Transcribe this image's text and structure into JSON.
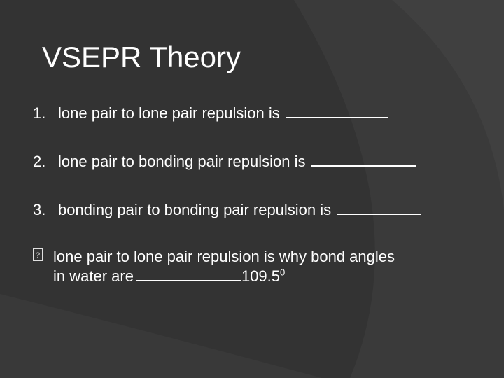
{
  "slide": {
    "title": "VSEPR Theory",
    "items": [
      {
        "number": "1.",
        "text": "lone pair to lone pair repulsion is"
      },
      {
        "number": "2.",
        "text": "lone pair to bonding pair repulsion is"
      },
      {
        "number": "3.",
        "text": "bonding pair to bonding pair repulsion is"
      }
    ],
    "bullet": {
      "glyph": "?",
      "line1": "lone pair to lone pair repulsion is why bond angles",
      "line2_prefix": "in water are",
      "value": "109.5",
      "superscript": "0"
    }
  },
  "colors": {
    "background": "#333333",
    "text": "#ffffff",
    "accent_shape": "#3d3d3d"
  }
}
